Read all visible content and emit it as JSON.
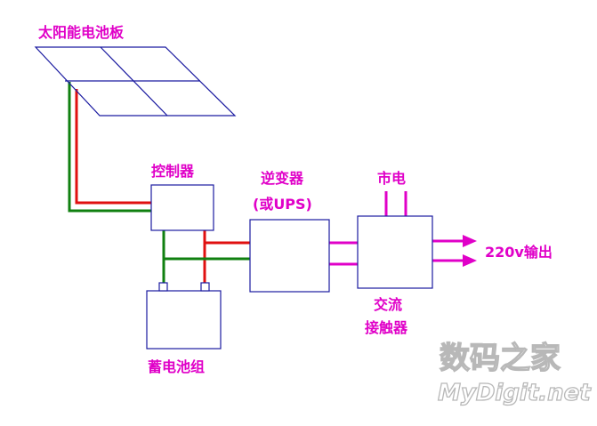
{
  "labels": {
    "solar_panel": "太阳能电池板",
    "controller": "控制器",
    "inverter_line1": "逆变器",
    "inverter_line2": "(或UPS)",
    "grid": "市电",
    "ac_contactor_line1": "交流",
    "ac_contactor_line2": "接触器",
    "battery": "蓄电池组",
    "output": "220v输出"
  },
  "watermark": {
    "chinese": "数码之家",
    "english": "MyDigit.net"
  },
  "colors": {
    "label": "#e000c8",
    "box_outline": "#1a1aa0",
    "wire_positive": "#e01010",
    "wire_negative": "#108010",
    "ac_wire": "#e000c8",
    "watermark_outline": "#b8b8b8"
  }
}
